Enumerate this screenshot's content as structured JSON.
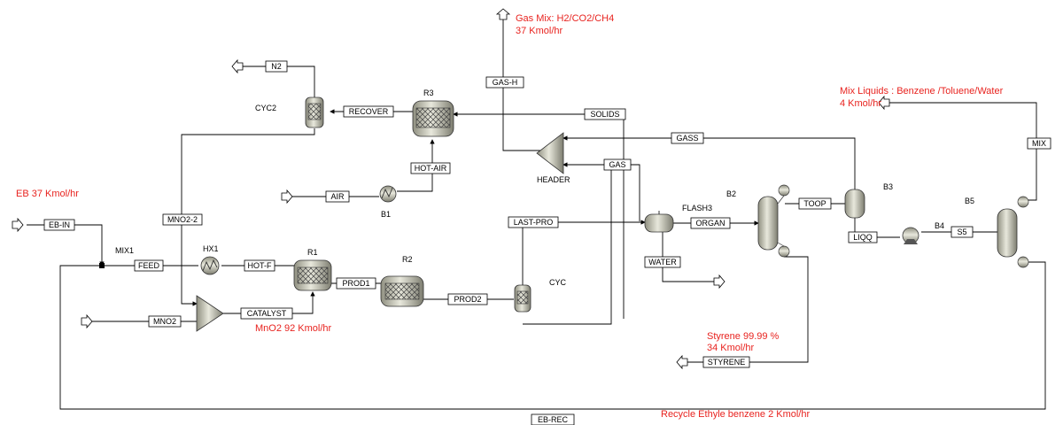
{
  "streams": {
    "eb_in": "EB-IN",
    "feed": "FEED",
    "hot_f": "HOT-F",
    "prod1": "PROD1",
    "prod2": "PROD2",
    "mno2": "MNO2",
    "catalyst": "CATALYST",
    "mno2_2": "MNO2-2",
    "air": "AIR",
    "hot_air": "HOT-AIR",
    "recover": "RECOVER",
    "solids": "SOLIDS",
    "n2": "N2",
    "gas_h": "GAS-H",
    "gass": "GASS",
    "gas": "GAS",
    "last_pro": "LAST-PRO",
    "organ": "ORGAN",
    "water": "WATER",
    "toop": "TOOP",
    "liqq": "LIQQ",
    "s5": "S5",
    "mix": "MIX",
    "styrene": "STYRENE",
    "eb_rec": "EB-REC"
  },
  "blocks": {
    "mix1": "MIX1",
    "hx1": "HX1",
    "r1": "R1",
    "r2": "R2",
    "r3": "R3",
    "cyc": "CYC",
    "cyc2": "CYC2",
    "b1": "B1",
    "header": "HEADER",
    "flash3": "FLASH3",
    "b2": "B2",
    "b3": "B3",
    "b4": "B4",
    "b5": "B5"
  },
  "annotations": {
    "gas_mix_1": "Gas Mix: H2/CO2/CH4",
    "gas_mix_2": "37 Kmol/hr",
    "eb_feed": "EB 37 Kmol/hr",
    "mno2_feed": "MnO2 92 Kmol/hr",
    "mix_liquids_1": "Mix Liquids : Benzene /Toluene/Water",
    "mix_liquids_2": "4 Kmol/hr",
    "styrene_1": "Styrene 99.99 %",
    "styrene_2": "34 Kmol/hr",
    "recycle": "Recycle Ethyle benzene 2 Kmol/hr"
  },
  "colors": {
    "annotation": "#e8231f",
    "equipment": "#bfbfaa",
    "line": "#000000"
  }
}
